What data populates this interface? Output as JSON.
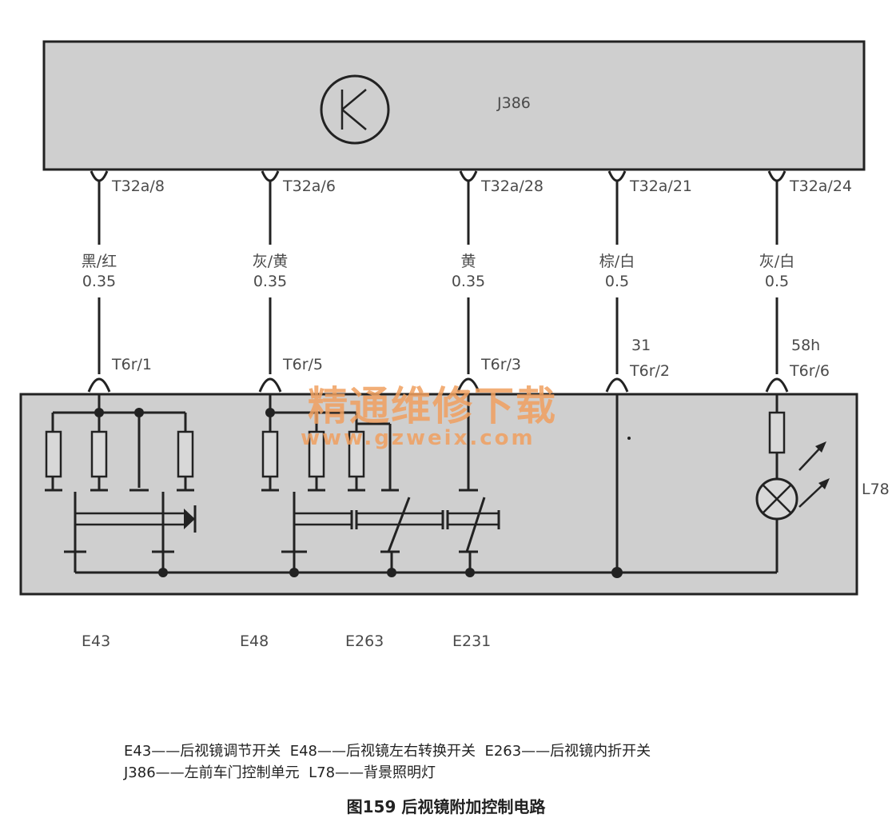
{
  "control_unit": {
    "label": "J386",
    "symbol": "K"
  },
  "connectors_top": [
    "T32a/8",
    "T32a/6",
    "T32a/28",
    "T32a/21",
    "T32a/24"
  ],
  "wires": [
    {
      "color": "黑/红",
      "size": "0.35"
    },
    {
      "color": "灰/黄",
      "size": "0.35"
    },
    {
      "color": "黄",
      "size": "0.35"
    },
    {
      "color": "棕/白",
      "size": "0.5"
    },
    {
      "color": "灰/白",
      "size": "0.5"
    }
  ],
  "connectors_bottom": [
    "T6r/1",
    "T6r/5",
    "T6r/3",
    "T6r/2",
    "T6r/6"
  ],
  "terminal_labels": [
    "31",
    "58h"
  ],
  "lamp_label": "L78",
  "components": [
    "E43",
    "E48",
    "E263",
    "E231"
  ],
  "watermark": {
    "line1": "精通维修下载",
    "line2": "www.gzweix.com"
  },
  "legend": {
    "line1": "E43——后视镜调节开关  E48——后视镜左右转换开关  E263——后视镜内折开关",
    "line2": "J386——左前车门控制单元  L78——背景照明灯"
  },
  "figure_title": "图159 后视镜附加控制电路"
}
